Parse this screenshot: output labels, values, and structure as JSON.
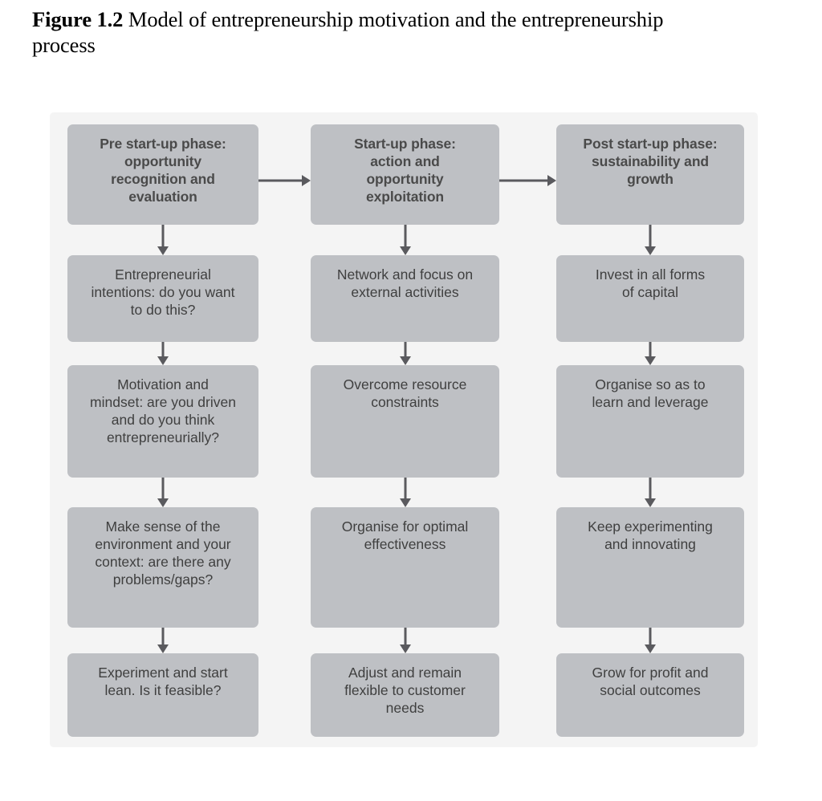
{
  "figure": {
    "label": "Figure 1.2",
    "title": "Model of entrepreneurship motivation and the entrepreneurship process"
  },
  "colors": {
    "panel_background": "#f4f4f4",
    "node_fill": "#bec0c4",
    "node_text": "#3f3f3f",
    "header_text": "#4a4a4a",
    "arrow": "#5a5a5e",
    "page_background": "#ffffff"
  },
  "diagram": {
    "type": "flowchart",
    "orientation": "three parallel vertical columns linked left-to-right at the header row",
    "columns": [
      {
        "id": "pre-start-up",
        "header": "Pre start-up phase:\nopportunity\nrecognition and\nevaluation",
        "steps": [
          "Entrepreneurial\nintentions: do you want\nto do this?",
          "Motivation and\nmindset: are you driven\nand  do you think\nentrepreneurially?",
          "Make sense of the\nenvironment and your\ncontext: are there any\nproblems/gaps?",
          "Experiment and start\nlean. Is it feasible?"
        ]
      },
      {
        "id": "start-up",
        "header": "Start-up phase:\naction and\nopportunity\nexploitation",
        "steps": [
          "Network and focus on\nexternal activities",
          "Overcome resource\nconstraints",
          "Organise for optimal\neffectiveness",
          "Adjust and remain\nflexible to customer\nneeds"
        ]
      },
      {
        "id": "post-start-up",
        "header": "Post start-up phase:\nsustainability and\ngrowth",
        "steps": [
          "Invest in all forms\nof capital",
          "Organise so as to\nlearn and leverage",
          "Keep experimenting\nand innovating",
          "Grow for profit and\nsocial outcomes"
        ]
      }
    ],
    "connectors": {
      "horizontal": [
        {
          "from": "pre-start-up",
          "to": "start-up",
          "icon": "arrow-right-icon"
        },
        {
          "from": "start-up",
          "to": "post-start-up",
          "icon": "arrow-right-icon"
        }
      ],
      "vertical_icon": "arrow-down-icon",
      "vertical_per_column": 4
    }
  }
}
